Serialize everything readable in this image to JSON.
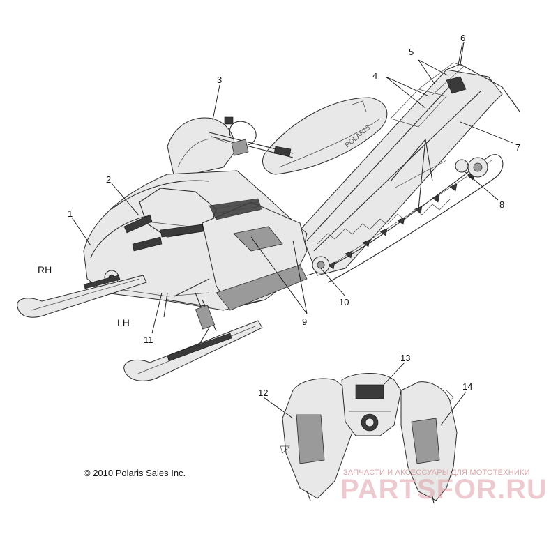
{
  "callouts": [
    "1",
    "2",
    "3",
    "4",
    "5",
    "6",
    "7",
    "8",
    "9",
    "10",
    "11",
    "12",
    "13",
    "14"
  ],
  "side_labels": {
    "right": "RH",
    "left": "LH"
  },
  "brand_on_seat": "POLARIS",
  "copyright": "© 2010 Polaris Sales Inc.",
  "watermark": {
    "tagline": "ЗАПЧАСТИ И АКСЕССУАРЫ ДЛЯ МОТОТЕХНИКИ",
    "logo_text": "PARTSFOR.RU"
  },
  "colors": {
    "line": "#2a2a2a",
    "watermark": "#e0a0a8"
  }
}
